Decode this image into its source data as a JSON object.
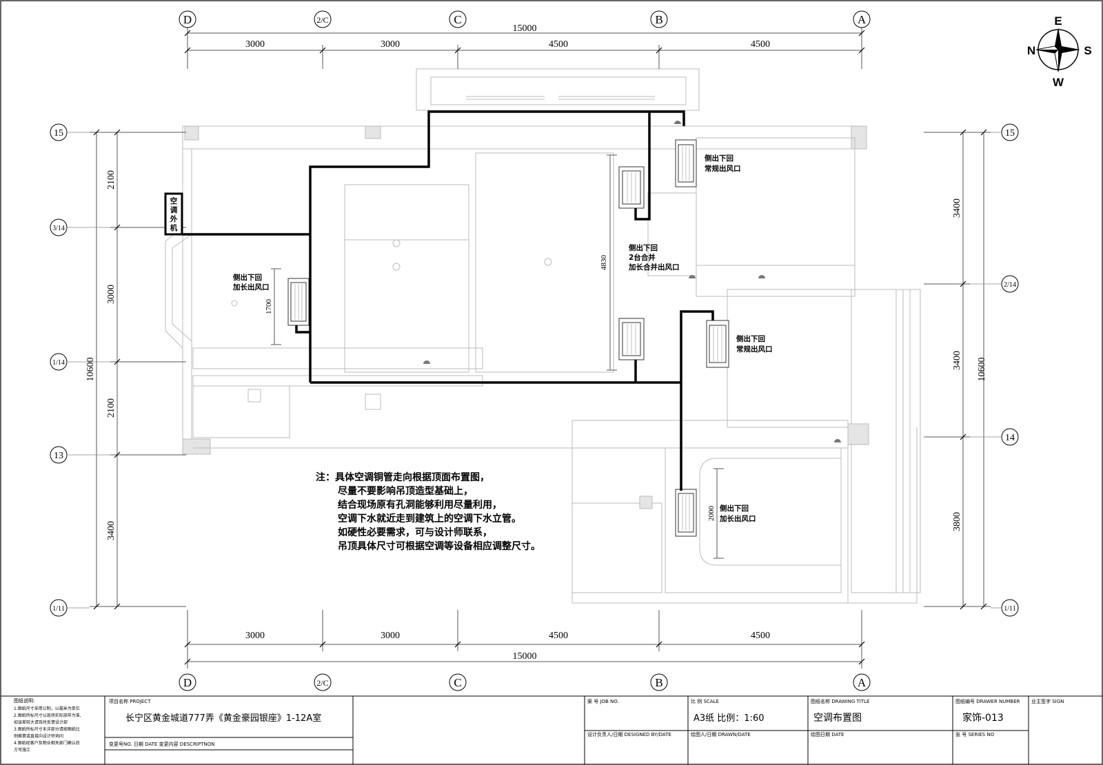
{
  "axes_top": [
    "D",
    "2/C",
    "C",
    "B",
    "A"
  ],
  "axes_left": [
    "15",
    "3/14",
    "1/14",
    "13",
    "1/11"
  ],
  "axes_right": [
    "15",
    "2/14",
    "14",
    "1/11"
  ],
  "dims_top": {
    "total": "15000",
    "segments": [
      "3000",
      "3000",
      "4500",
      "4500"
    ]
  },
  "dims_bottom": {
    "total": "15000",
    "segments": [
      "3000",
      "3000",
      "4500",
      "4500"
    ]
  },
  "dims_left": {
    "total": "10600",
    "segments": [
      "2100",
      "3000",
      "2100",
      "3400"
    ]
  },
  "dims_right": {
    "total": "10600",
    "segments": [
      "3400",
      "3400",
      "3800"
    ]
  },
  "inner_dims": {
    "d1": "4830",
    "d2": "1700",
    "d3": "2000"
  },
  "compass": {
    "n": "N",
    "e": "E",
    "s": "S",
    "w": "W"
  },
  "outdoor_unit": [
    "空",
    "调",
    "外",
    "机"
  ],
  "unit_labels": {
    "u1": [
      "侧出下回",
      "常规出风口"
    ],
    "u2": [
      "侧出下回",
      "2台合并",
      "加长合并出风口"
    ],
    "u3": [
      "侧出下回",
      "加长出风口"
    ],
    "u4": [
      "侧出下回",
      "常规出风口"
    ],
    "u5": [
      "侧出下回",
      "加长出风口"
    ]
  },
  "note": [
    "注：具体空调铜管走向根据顶面布置图，",
    "尽量不要影响吊顶造型基础上，",
    "结合现场原有孔洞能够利用尽量利用，",
    "空调下水就近走到建筑上的空调下水立管。",
    "如硬性必要需求，可与设计师联系，",
    "吊顶具体尺寸可根据空调等设备相应调整尺寸。"
  ],
  "title_block": {
    "notes_title": "图纸说明:",
    "notes": [
      "1.图纸尺寸采用公制，以毫米为单位",
      "2.图纸所标尺寸以现场实际放样为准,",
      "如误差较大请及时反馈设计部",
      "3.图纸所标尺寸未详部分请按图纸比",
      "例换算或直接向设计师询问",
      "4.图纸经客户及物业相关部门确认后",
      "方可施工"
    ],
    "project_label": "项目名称 PROJECT",
    "project_value": "长宁区黄金城道777弄《黄金豪园银座》1-12A室",
    "change_label": "变更号NO. 日期 DATE  变更内容 DESCRIPTNON",
    "job_label": "案  号 JOB NO.",
    "designer_label": "设计负责人/日期 DESIGNED BY/DATE",
    "scale_label": "比  例 SCALE",
    "scale_value": "A3纸 比例：1:60",
    "drawn_label": "绘图人/日期 DRAWN/DATE",
    "title_label": "图纸名称 DRAWING TITLE",
    "title_value": "空调布置图",
    "date_label": "绘图日期 DATE",
    "number_label": "图纸编号 DRAWER NUMBER",
    "number_value": "家饰-013",
    "series_label": "张  号 SERIES NO",
    "sign_label": "业主签字 SIGN"
  }
}
